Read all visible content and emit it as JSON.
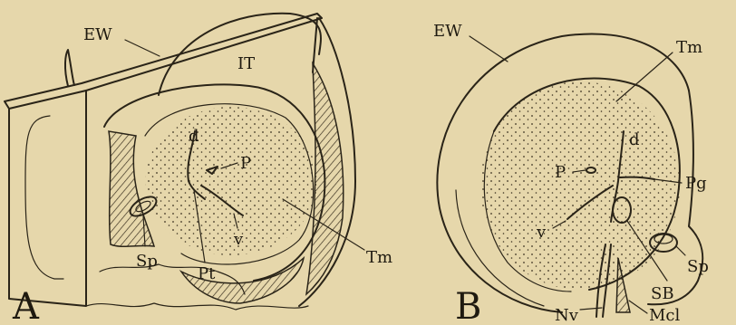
{
  "panel_a": {
    "letter": "A",
    "labels": {
      "ew": "EW",
      "it": "IT",
      "d": "d",
      "p": "P",
      "v": "v",
      "tm": "Tm",
      "sp": "Sp",
      "pt": "Pt"
    }
  },
  "panel_b": {
    "letter": "B",
    "labels": {
      "ew": "EW",
      "tm": "Tm",
      "d": "d",
      "p": "P",
      "pg": "Pg",
      "v": "v",
      "sp": "Sp",
      "sb": "SB",
      "nv": "Nv",
      "mcl": "Mcl"
    }
  }
}
